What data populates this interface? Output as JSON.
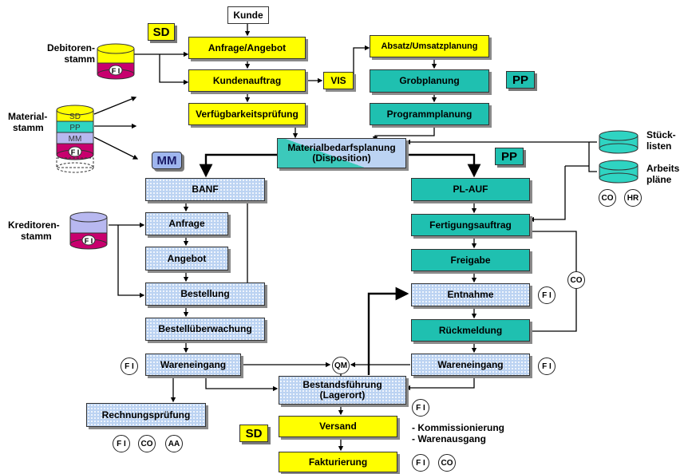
{
  "boxes": {
    "kunde": "Kunde",
    "anfrage_angebot": "Anfrage/Angebot",
    "kundenauftrag": "Kundenauftrag",
    "vis": "VIS",
    "verfuegbarkeit": "Verfügbarkeitsprüfung",
    "absatz": "Absatz/Umsatzplanung",
    "grobplanung": "Grobplanung",
    "programmplanung": "Programmplanung",
    "materialbedarf_1": "Materialbedarfsplanung",
    "materialbedarf_2": "(Disposition)",
    "banf": "BANF",
    "anfrage": "Anfrage",
    "angebot": "Angebot",
    "bestellung": "Bestellung",
    "bestellueberwachung": "Bestellüberwachung",
    "wareneingang_left": "Wareneingang",
    "rechnungspruefung": "Rechnungsprüfung",
    "pl_auf": "PL-AUF",
    "fertigungsauftrag": "Fertigungsauftrag",
    "freigabe": "Freigabe",
    "entnahme": "Entnahme",
    "rueckmeldung": "Rückmeldung",
    "wareneingang_right": "Wareneingang",
    "bestand_1": "Bestandsführung",
    "bestand_2": "(Lagerort)",
    "versand": "Versand",
    "fakturierung": "Fakturierung"
  },
  "tags": {
    "sd_top": "SD",
    "pp_top": "PP",
    "mm": "MM",
    "pp_mid": "PP",
    "sd_bottom": "SD"
  },
  "badges": {
    "fi": "F I",
    "co": "CO",
    "hr": "HR",
    "aa": "AA",
    "qm": "QM"
  },
  "labels": {
    "debitoren_1": "Debitoren-",
    "debitoren_2": "stamm",
    "material_1": "Material-",
    "material_2": "stamm",
    "kreditoren_1": "Kreditoren-",
    "kreditoren_2": "stamm",
    "stueck_1": "Stück-",
    "stueck_2": "listen",
    "arbeits_1": "Arbeits",
    "arbeits_2": "pläne",
    "kommissionierung": "- Kommissionierung",
    "warenausgang": "- Warenausgang"
  },
  "cylinders": {
    "material_layers": [
      "SD",
      "PP",
      "MM",
      "F I"
    ]
  },
  "colors": {
    "yellow": "#ffff00",
    "teal": "#1fc0b0",
    "light_blue": "#bcd3f2",
    "magenta": "#c8006e",
    "cyan_store": "#2fd4c2"
  }
}
